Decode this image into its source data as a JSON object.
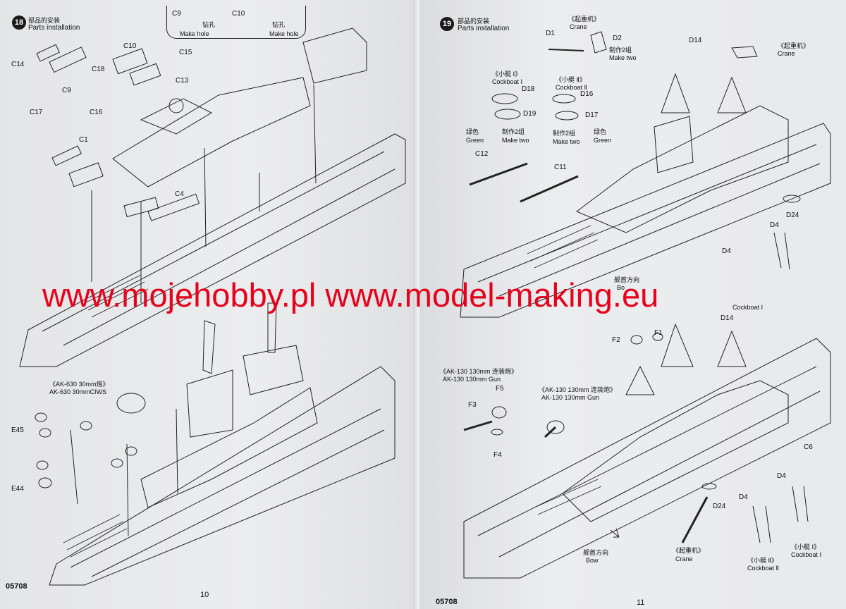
{
  "left_page": {
    "step": {
      "number": "18",
      "title_cn": "部品的安装",
      "title_en": "Parts installation"
    },
    "make_hole": {
      "c9": "C9",
      "c10": "C10",
      "drill_cn_1": "钻孔",
      "drill_cn_2": "钻孔",
      "make_hole_1": "Make hole",
      "make_hole_2": "Make hole"
    },
    "part_labels": {
      "c14": "C14",
      "c10": "C10",
      "c15": "C15",
      "c18": "C18",
      "c9": "C9",
      "c13": "C13",
      "c17": "C17",
      "c16": "C16",
      "c1": "C1",
      "c4": "C4",
      "e45": "E45",
      "e44": "E44"
    },
    "ak630_cn": "《AK-630  30mm炮》",
    "ak630_en": "AK-630  30mmCIWS",
    "product_code": "05708",
    "page_number": "10"
  },
  "right_page": {
    "step": {
      "number": "19",
      "title_cn": "部品的安装",
      "title_en": "Parts installation"
    },
    "crane_top": {
      "cn": "《起重机》",
      "en": "Crane"
    },
    "crane_right": {
      "cn": "《起重机》",
      "en": "Crane"
    },
    "make_two_top": {
      "cn": "制作2组",
      "en": "Make two"
    },
    "cockboat1": {
      "cn": "《小艇 Ⅰ》",
      "en": "Cockboat Ⅰ"
    },
    "cockboat2": {
      "cn": "《小艇 Ⅱ》",
      "en": "Cockboat Ⅱ"
    },
    "green_left": {
      "cn": "绿色",
      "en": "Green"
    },
    "make_two_left": {
      "cn": "制作2组",
      "en": "Make two"
    },
    "make_two_right": {
      "cn": "制作2组",
      "en": "Make two"
    },
    "green_right": {
      "cn": "绿色",
      "en": "Green"
    },
    "part_labels": {
      "d1": "D1",
      "d2": "D2",
      "d14a": "D14",
      "d18": "D18",
      "d16": "D16",
      "d19": "D19",
      "d17": "D17",
      "c12": "C12",
      "c11": "C11",
      "d24a": "D24",
      "d4a": "D4",
      "d4b": "D4",
      "f2": "F2",
      "f1": "F1",
      "d14b": "D14",
      "f5": "F5",
      "f3": "F3",
      "f4": "F4",
      "c6": "C6",
      "d24b": "D24",
      "d4c": "D4",
      "d4d": "D4"
    },
    "bow_mid": {
      "cn": "舰首方向",
      "en": "Bo"
    },
    "cockboat_mid": {
      "en": "Cockboat Ⅰ"
    },
    "ak130_left": {
      "cn": "《AK-130 130mm 连装炮》",
      "en": "AK-130 130mm Gun"
    },
    "ak130_right": {
      "cn": "《AK-130 130mm 连装炮》",
      "en": "AK-130 130mm Gun"
    },
    "bow_bottom": {
      "cn": "舰首方向",
      "en": "Bow"
    },
    "crane_bottom": {
      "cn": "《起重机》",
      "en": "Crane"
    },
    "cockboat2_bottom": {
      "cn": "《小艇 Ⅱ》",
      "en": "Cockboat Ⅱ"
    },
    "cockboat1_bottom": {
      "cn": "《小艇 Ⅰ》",
      "en": "Cockboat Ⅰ"
    },
    "product_code": "05708",
    "page_number": "11"
  },
  "watermark": "www.mojehobby.pl www.model-making.eu",
  "colors": {
    "watermark": "#e8001a",
    "paper": "#e9eaec",
    "ink": "#1a1a1a"
  }
}
